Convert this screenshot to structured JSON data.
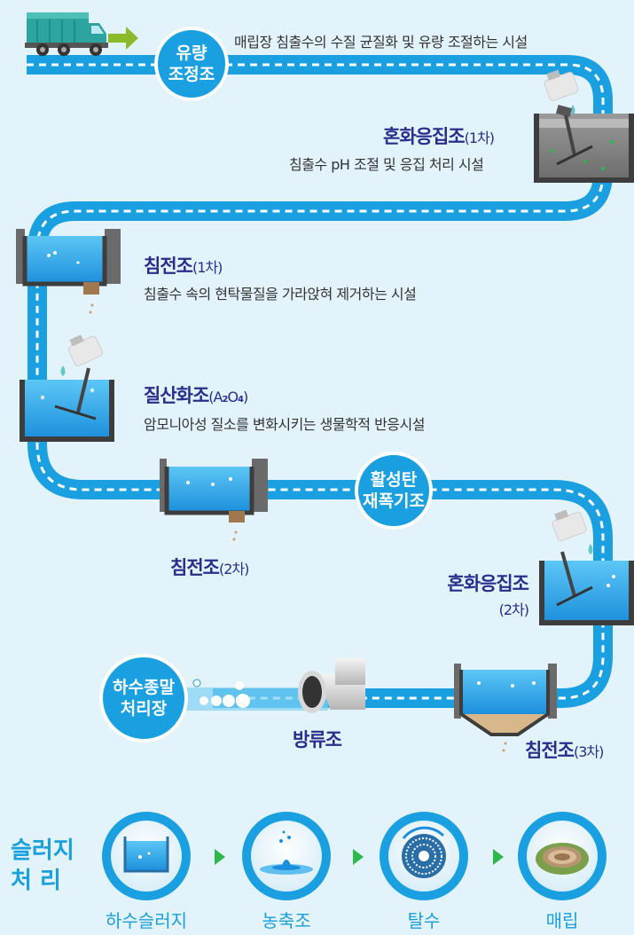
{
  "flow": {
    "equalization": {
      "label_line1": "유량",
      "label_line2": "조정조",
      "desc": "매립장 침출수의 수질 균질화 및 유량 조절하는 시설"
    },
    "coag1": {
      "title": "혼화응집조",
      "suffix": "(1차)",
      "desc": "침출수 pH 조절 및 응집 처리 시설"
    },
    "sed1": {
      "title": "침전조",
      "suffix": "(1차)",
      "desc": "침출수 속의 현탁물질을 가라앉혀 제거하는 시설"
    },
    "nitrification": {
      "title": "질산화조",
      "suffix_open": "(A",
      "suffix_sub1": "2",
      "suffix_mid": "O",
      "suffix_sub2": "4",
      "suffix_close": ")",
      "desc": "암모니아성 질소를 변화시키는 생물학적 반응시설"
    },
    "sed2": {
      "title": "침전조",
      "suffix": "(2차)"
    },
    "carbon": {
      "label_line1": "활성탄",
      "label_line2": "재폭기조"
    },
    "coag2": {
      "title": "혼화응집조",
      "suffix": "(2차)"
    },
    "sed3": {
      "title": "침전조",
      "suffix": "(3차)"
    },
    "discharge": {
      "title": "방류조"
    },
    "sewage": {
      "label_line1": "하수종말",
      "label_line2": "처리장"
    }
  },
  "sludge": {
    "label_line1": "슬러지",
    "label_line2": "처 리",
    "steps": [
      "하수슬러지",
      "농축조",
      "탈수",
      "매립"
    ]
  },
  "colors": {
    "road": "#1aa0e0",
    "dash": "#ffffff",
    "title": "#2c2c8c",
    "accent": "#1aa0dc",
    "tank_frame": "#3d3d3d",
    "water": "#2c9ee6",
    "arrow": "#2db84b"
  },
  "icons": [
    "truck-icon",
    "chemical-bottle-icon",
    "mixer-icon",
    "settling-tank-icon",
    "pipe-icon",
    "bubbles-icon",
    "drop-splash-icon",
    "dehydrator-icon",
    "landfill-icon"
  ]
}
